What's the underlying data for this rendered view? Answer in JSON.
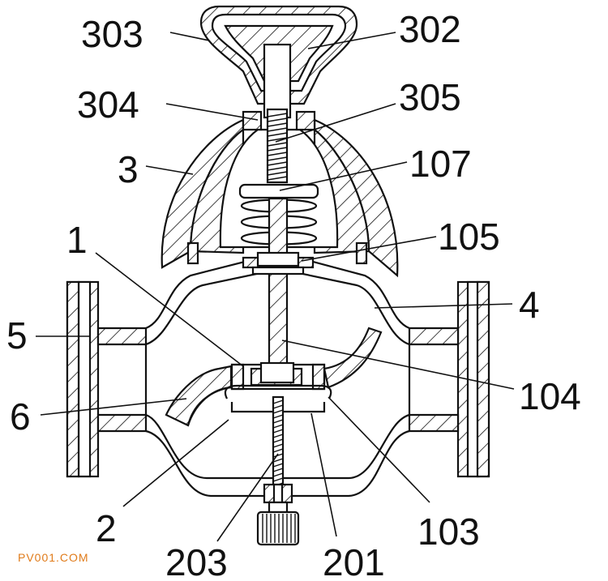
{
  "labels": {
    "l303": "303",
    "l302": "302",
    "l304": "304",
    "l305": "305",
    "l3": "3",
    "l107": "107",
    "l1": "1",
    "l105": "105",
    "l5": "5",
    "l4": "4",
    "l6": "6",
    "l104": "104",
    "l2": "2",
    "l103": "103",
    "l203": "203",
    "l201": "201"
  },
  "watermark": "PV001.COM"
}
